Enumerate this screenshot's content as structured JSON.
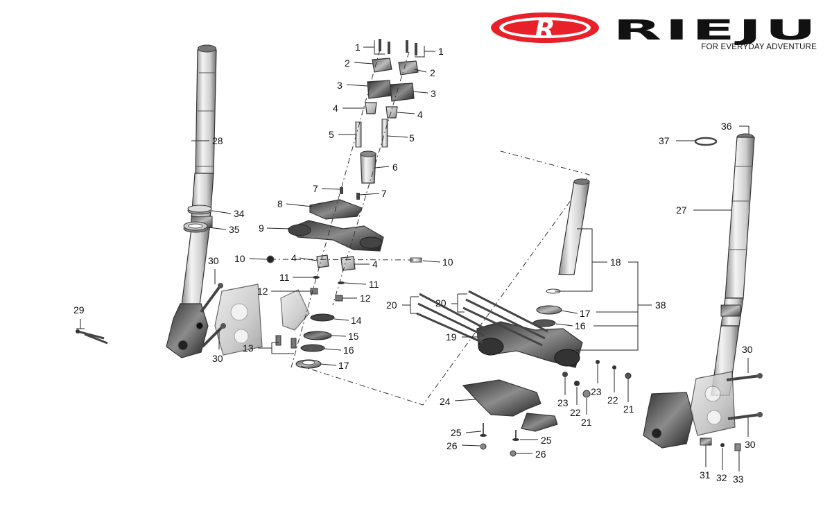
{
  "brand": {
    "logo_letter": "R",
    "wordmark": "RIEJU",
    "tagline": "FOR EVERYDAY ADVENTURE",
    "logo_red": "#e8202a"
  },
  "callouts": {
    "c1a": "1",
    "c1b": "1",
    "c2a": "2",
    "c2b": "2",
    "c3a": "3",
    "c3b": "3",
    "c4a": "4",
    "c4b": "4",
    "c4c": "4",
    "c4d": "4",
    "c5a": "5",
    "c5b": "5",
    "c6": "6",
    "c7a": "7",
    "c7b": "7",
    "c8": "8",
    "c9": "9",
    "c10a": "10",
    "c10b": "10",
    "c11a": "11",
    "c11b": "11",
    "c12a": "12",
    "c12b": "12",
    "c13": "13",
    "c14": "14",
    "c15": "15",
    "c16a": "16",
    "c16b": "16",
    "c17a": "17",
    "c17b": "17",
    "c18": "18",
    "c19": "19",
    "c20a": "20",
    "c20b": "20",
    "c21a": "21",
    "c21b": "21",
    "c22a": "22",
    "c22b": "22",
    "c23a": "23",
    "c23b": "23",
    "c24": "24",
    "c25a": "25",
    "c25b": "25",
    "c26a": "26",
    "c26b": "26",
    "c27": "27",
    "c28": "28",
    "c29": "29",
    "c30a": "30",
    "c30b": "30",
    "c30c": "30",
    "c30d": "30",
    "c31": "31",
    "c32": "32",
    "c33": "33",
    "c34": "34",
    "c35": "35",
    "c36": "36",
    "c37": "37",
    "c38": "38"
  }
}
